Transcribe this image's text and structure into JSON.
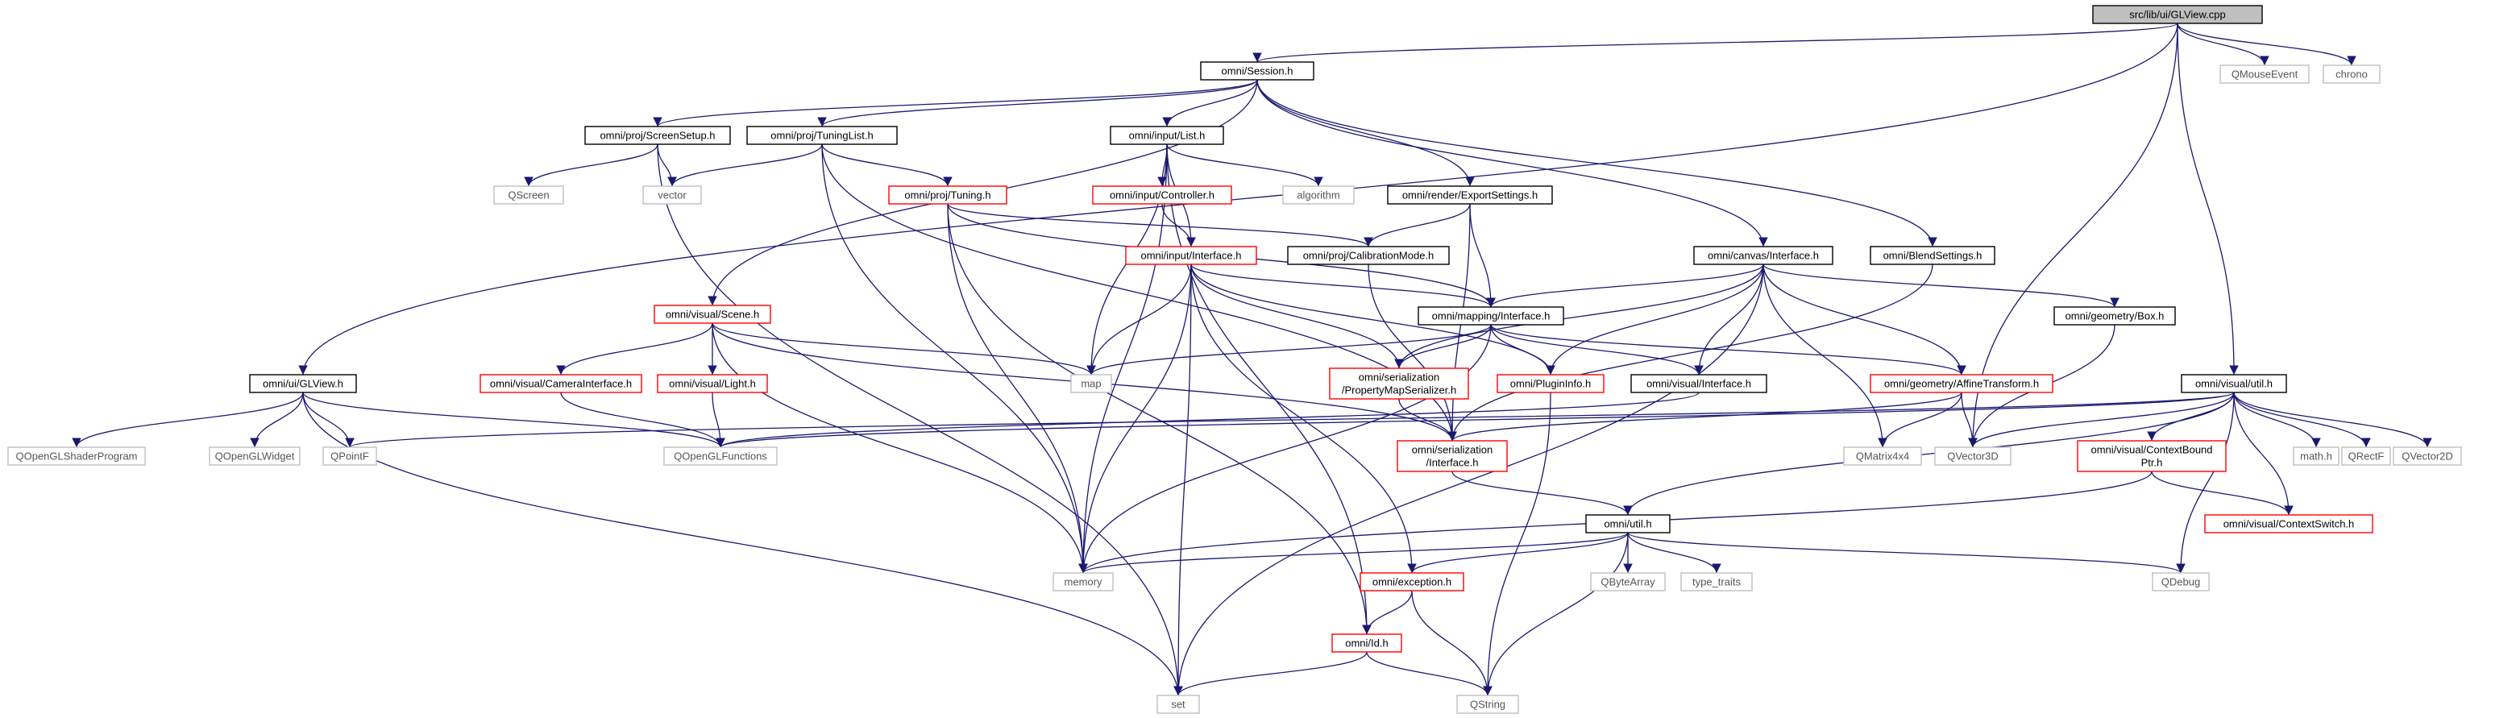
{
  "colors": {
    "edge": "#191970",
    "edge_light": "#bcbcbc",
    "box_internal": "#000000",
    "box_incomplete": "#ff0000",
    "box_external": "#bfbfbf",
    "root_fill": "#bfbfbf",
    "text": "#000000",
    "text_external": "#555555"
  },
  "nodes": [
    {
      "id": "glview_cpp",
      "label": "src/lib/ui/GLView.cpp",
      "kind": "root"
    },
    {
      "id": "session",
      "label": "omni/Session.h",
      "kind": "internal"
    },
    {
      "id": "qmouseevent",
      "label": "QMouseEvent",
      "kind": "external"
    },
    {
      "id": "chrono",
      "label": "chrono",
      "kind": "external"
    },
    {
      "id": "screensetup",
      "label": "omni/proj/ScreenSetup.h",
      "kind": "internal"
    },
    {
      "id": "tuninglist",
      "label": "omni/proj/TuningList.h",
      "kind": "internal"
    },
    {
      "id": "inputlist",
      "label": "omni/input/List.h",
      "kind": "internal"
    },
    {
      "id": "qscreen",
      "label": "QScreen",
      "kind": "external"
    },
    {
      "id": "vector",
      "label": "vector",
      "kind": "external"
    },
    {
      "id": "tuning",
      "label": "omni/proj/Tuning.h",
      "kind": "incomplete"
    },
    {
      "id": "controller",
      "label": "omni/input/Controller.h",
      "kind": "incomplete"
    },
    {
      "id": "algorithm",
      "label": "algorithm",
      "kind": "external"
    },
    {
      "id": "exportsettings",
      "label": "omni/render/ExportSettings.h",
      "kind": "internal"
    },
    {
      "id": "calibrationmode",
      "label": "omni/proj/CalibrationMode.h",
      "kind": "internal"
    },
    {
      "id": "inputinterface",
      "label": "omni/input/Interface.h",
      "kind": "incomplete"
    },
    {
      "id": "canvasinterface",
      "label": "omni/canvas/Interface.h",
      "kind": "internal"
    },
    {
      "id": "blendsettings",
      "label": "omni/BlendSettings.h",
      "kind": "internal"
    },
    {
      "id": "scene",
      "label": "omni/visual/Scene.h",
      "kind": "incomplete"
    },
    {
      "id": "mappinginterface",
      "label": "omni/mapping/Interface.h",
      "kind": "internal"
    },
    {
      "id": "box",
      "label": "omni/geometry/Box.h",
      "kind": "internal"
    },
    {
      "id": "uiglview",
      "label": "omni/ui/GLView.h",
      "kind": "internal"
    },
    {
      "id": "camerainterface",
      "label": "omni/visual/CameraInterface.h",
      "kind": "incomplete"
    },
    {
      "id": "light",
      "label": "omni/visual/Light.h",
      "kind": "incomplete"
    },
    {
      "id": "map",
      "label": "map",
      "kind": "external"
    },
    {
      "id": "propertymapserializer",
      "label": "omni/serialization\n/PropertyMapSerializer.h",
      "kind": "incomplete"
    },
    {
      "id": "plugininfo",
      "label": "omni/PluginInfo.h",
      "kind": "incomplete"
    },
    {
      "id": "visualinterface",
      "label": "omni/visual/Interface.h",
      "kind": "internal"
    },
    {
      "id": "affinetransform",
      "label": "omni/geometry/AffineTransform.h",
      "kind": "incomplete"
    },
    {
      "id": "visualutil",
      "label": "omni/visual/util.h",
      "kind": "internal"
    },
    {
      "id": "qopenglshaderprogram",
      "label": "QOpenGLShaderProgram",
      "kind": "external"
    },
    {
      "id": "qopenglwidget",
      "label": "QOpenGLWidget",
      "kind": "external"
    },
    {
      "id": "qpointf",
      "label": "QPointF",
      "kind": "external"
    },
    {
      "id": "qopenglfunctions",
      "label": "QOpenGLFunctions",
      "kind": "external"
    },
    {
      "id": "serializationinterface",
      "label": "omni/serialization\n/Interface.h",
      "kind": "incomplete"
    },
    {
      "id": "qmatrix4x4",
      "label": "QMatrix4x4",
      "kind": "external"
    },
    {
      "id": "qvector3d",
      "label": "QVector3D",
      "kind": "external"
    },
    {
      "id": "contextboundptr",
      "label": "omni/visual/ContextBound\nPtr.h",
      "kind": "incomplete"
    },
    {
      "id": "mathh",
      "label": "math.h",
      "kind": "external"
    },
    {
      "id": "qrectf",
      "label": "QRectF",
      "kind": "external"
    },
    {
      "id": "qvector2d",
      "label": "QVector2D",
      "kind": "external"
    },
    {
      "id": "contextswitch",
      "label": "omni/visual/ContextSwitch.h",
      "kind": "incomplete"
    },
    {
      "id": "util",
      "label": "omni/util.h",
      "kind": "internal"
    },
    {
      "id": "memory",
      "label": "memory",
      "kind": "external"
    },
    {
      "id": "exception",
      "label": "omni/exception.h",
      "kind": "incomplete"
    },
    {
      "id": "qbytearray",
      "label": "QByteArray",
      "kind": "external"
    },
    {
      "id": "typetraits",
      "label": "type_traits",
      "kind": "external"
    },
    {
      "id": "qdebug",
      "label": "QDebug",
      "kind": "external"
    },
    {
      "id": "idh",
      "label": "omni/Id.h",
      "kind": "incomplete"
    },
    {
      "id": "set",
      "label": "set",
      "kind": "external"
    },
    {
      "id": "qstring",
      "label": "QString",
      "kind": "external"
    }
  ],
  "edges": [
    [
      "glview_cpp",
      "session"
    ],
    [
      "glview_cpp",
      "qmouseevent"
    ],
    [
      "glview_cpp",
      "chrono"
    ],
    [
      "glview_cpp",
      "uiglview"
    ],
    [
      "glview_cpp",
      "visualutil"
    ],
    [
      "glview_cpp",
      "qvector3d"
    ],
    [
      "session",
      "screensetup"
    ],
    [
      "session",
      "tuninglist"
    ],
    [
      "session",
      "inputlist"
    ],
    [
      "session",
      "exportsettings"
    ],
    [
      "session",
      "canvasinterface"
    ],
    [
      "session",
      "blendsettings"
    ],
    [
      "session",
      "scene"
    ],
    [
      "screensetup",
      "qscreen"
    ],
    [
      "screensetup",
      "vector"
    ],
    [
      "screensetup",
      "set"
    ],
    [
      "tuninglist",
      "vector"
    ],
    [
      "tuninglist",
      "tuning"
    ],
    [
      "tuninglist",
      "memory"
    ],
    [
      "tuninglist",
      "serializationinterface"
    ],
    [
      "inputlist",
      "controller"
    ],
    [
      "inputlist",
      "algorithm"
    ],
    [
      "inputlist",
      "inputinterface"
    ],
    [
      "inputlist",
      "map"
    ],
    [
      "inputlist",
      "memory"
    ],
    [
      "inputlist",
      "idh"
    ],
    [
      "tuning",
      "calibrationmode"
    ],
    [
      "tuning",
      "mappinginterface"
    ],
    [
      "tuning",
      "memory"
    ],
    [
      "tuning",
      "idh"
    ],
    [
      "controller",
      "inputinterface"
    ],
    [
      "exportsettings",
      "calibrationmode"
    ],
    [
      "exportsettings",
      "mappinginterface"
    ],
    [
      "exportsettings",
      "serializationinterface"
    ],
    [
      "calibrationmode",
      "serializationinterface"
    ],
    [
      "inputinterface",
      "mappinginterface"
    ],
    [
      "inputinterface",
      "map"
    ],
    [
      "inputinterface",
      "propertymapserializer"
    ],
    [
      "inputinterface",
      "plugininfo"
    ],
    [
      "inputinterface",
      "memory"
    ],
    [
      "inputinterface",
      "set"
    ],
    [
      "inputinterface",
      "exception"
    ],
    [
      "canvasinterface",
      "mappinginterface"
    ],
    [
      "canvasinterface",
      "box"
    ],
    [
      "canvasinterface",
      "visualinterface"
    ],
    [
      "canvasinterface",
      "affinetransform"
    ],
    [
      "canvasinterface",
      "plugininfo"
    ],
    [
      "canvasinterface",
      "propertymapserializer"
    ],
    [
      "canvasinterface",
      "qmatrix4x4"
    ],
    [
      "canvasinterface",
      "set"
    ],
    [
      "blendsettings",
      "serializationinterface"
    ],
    [
      "scene",
      "camerainterface"
    ],
    [
      "scene",
      "light"
    ],
    [
      "scene",
      "map"
    ],
    [
      "scene",
      "memory"
    ],
    [
      "scene",
      "serializationinterface"
    ],
    [
      "mappinginterface",
      "map"
    ],
    [
      "mappinginterface",
      "propertymapserializer"
    ],
    [
      "mappinginterface",
      "plugininfo"
    ],
    [
      "mappinginterface",
      "visualinterface"
    ],
    [
      "mappinginterface",
      "affinetransform"
    ],
    [
      "mappinginterface",
      "memory"
    ],
    [
      "box",
      "qvector3d"
    ],
    [
      "uiglview",
      "qopenglshaderprogram"
    ],
    [
      "uiglview",
      "qopenglwidget"
    ],
    [
      "uiglview",
      "qpointf"
    ],
    [
      "uiglview",
      "qopenglfunctions"
    ],
    [
      "uiglview",
      "set"
    ],
    [
      "camerainterface",
      "qopenglfunctions"
    ],
    [
      "light",
      "qopenglfunctions"
    ],
    [
      "propertymapserializer",
      "serializationinterface"
    ],
    [
      "plugininfo",
      "qstring"
    ],
    [
      "visualinterface",
      "qopenglfunctions"
    ],
    [
      "affinetransform",
      "qmatrix4x4"
    ],
    [
      "affinetransform",
      "qvector3d"
    ],
    [
      "affinetransform",
      "serializationinterface"
    ],
    [
      "visualutil",
      "qpointf"
    ],
    [
      "visualutil",
      "qopenglfunctions"
    ],
    [
      "visualutil",
      "qvector3d"
    ],
    [
      "visualutil",
      "contextboundptr"
    ],
    [
      "visualutil",
      "mathh"
    ],
    [
      "visualutil",
      "qrectf"
    ],
    [
      "visualutil",
      "qvector2d"
    ],
    [
      "visualutil",
      "contextswitch"
    ],
    [
      "visualutil",
      "util"
    ],
    [
      "visualutil",
      "qdebug"
    ],
    [
      "contextboundptr",
      "contextswitch"
    ],
    [
      "contextboundptr",
      "memory"
    ],
    [
      "serializationinterface",
      "util"
    ],
    [
      "util",
      "memory"
    ],
    [
      "util",
      "exception"
    ],
    [
      "util",
      "qbytearray"
    ],
    [
      "util",
      "typetraits"
    ],
    [
      "util",
      "qdebug"
    ],
    [
      "util",
      "qstring"
    ],
    [
      "exception",
      "idh"
    ],
    [
      "exception",
      "qstring"
    ],
    [
      "idh",
      "set"
    ],
    [
      "idh",
      "qstring"
    ]
  ]
}
